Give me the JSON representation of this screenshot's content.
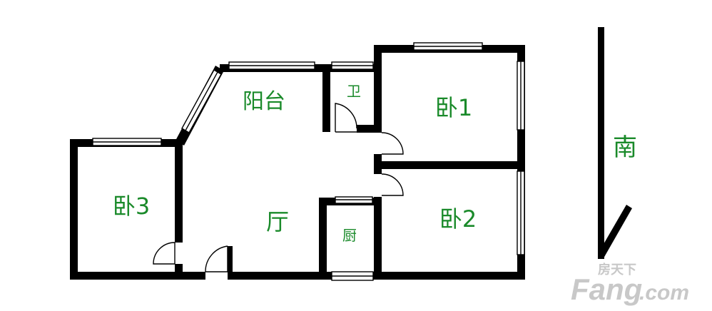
{
  "rooms": {
    "balcony": "阳台",
    "bathroom": "卫",
    "bedroom1": "卧1",
    "bedroom2": "卧2",
    "bedroom3": "卧3",
    "living": "厅",
    "kitchen": "厨"
  },
  "compass": {
    "label": "南"
  },
  "watermark": {
    "cn": "房天下",
    "latin": "Fang",
    "suffix": ".com"
  },
  "colors": {
    "wall": "#000000",
    "label": "#1a8a2a",
    "watermark": "#c8c8c8"
  }
}
